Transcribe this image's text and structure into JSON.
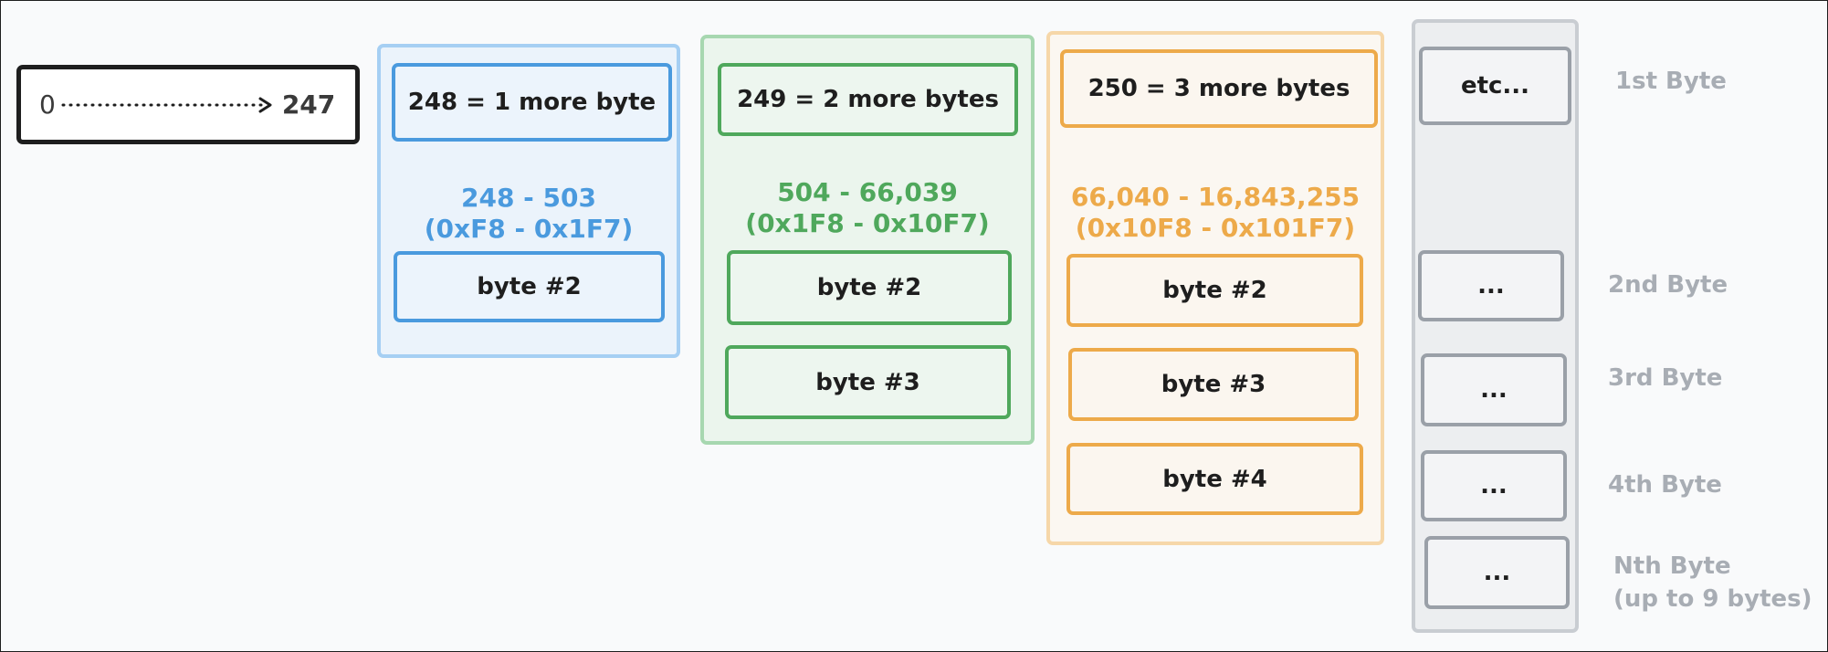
{
  "single": {
    "start": "0",
    "end": "247"
  },
  "groups": [
    {
      "header": "248 = 1 more byte",
      "range_line1": "248 - 503",
      "range_line2": "(0xF8 - 0x1F7)",
      "bytes": [
        "byte #2"
      ],
      "color": "#4a9ade"
    },
    {
      "header": "249 = 2 more bytes",
      "range_line1": "504 - 66,039",
      "range_line2": "(0x1F8 - 0x10F7)",
      "bytes": [
        "byte #2",
        "byte #3"
      ],
      "color": "#4fa85c"
    },
    {
      "header": "250 = 3 more bytes",
      "range_line1": "66,040 - 16,843,255",
      "range_line2": "(0x10F8 - 0x101F7)",
      "bytes": [
        "byte #2",
        "byte #3",
        "byte #4"
      ],
      "color": "#edaa4a"
    }
  ],
  "etc_column": {
    "header": "etc...",
    "cells": [
      "...",
      "...",
      "...",
      "..."
    ]
  },
  "row_labels": [
    "1st Byte",
    "2nd Byte",
    "3rd Byte",
    "4th Byte"
  ],
  "last_label": {
    "line1": "Nth Byte",
    "line2": "(up to 9 bytes)"
  }
}
